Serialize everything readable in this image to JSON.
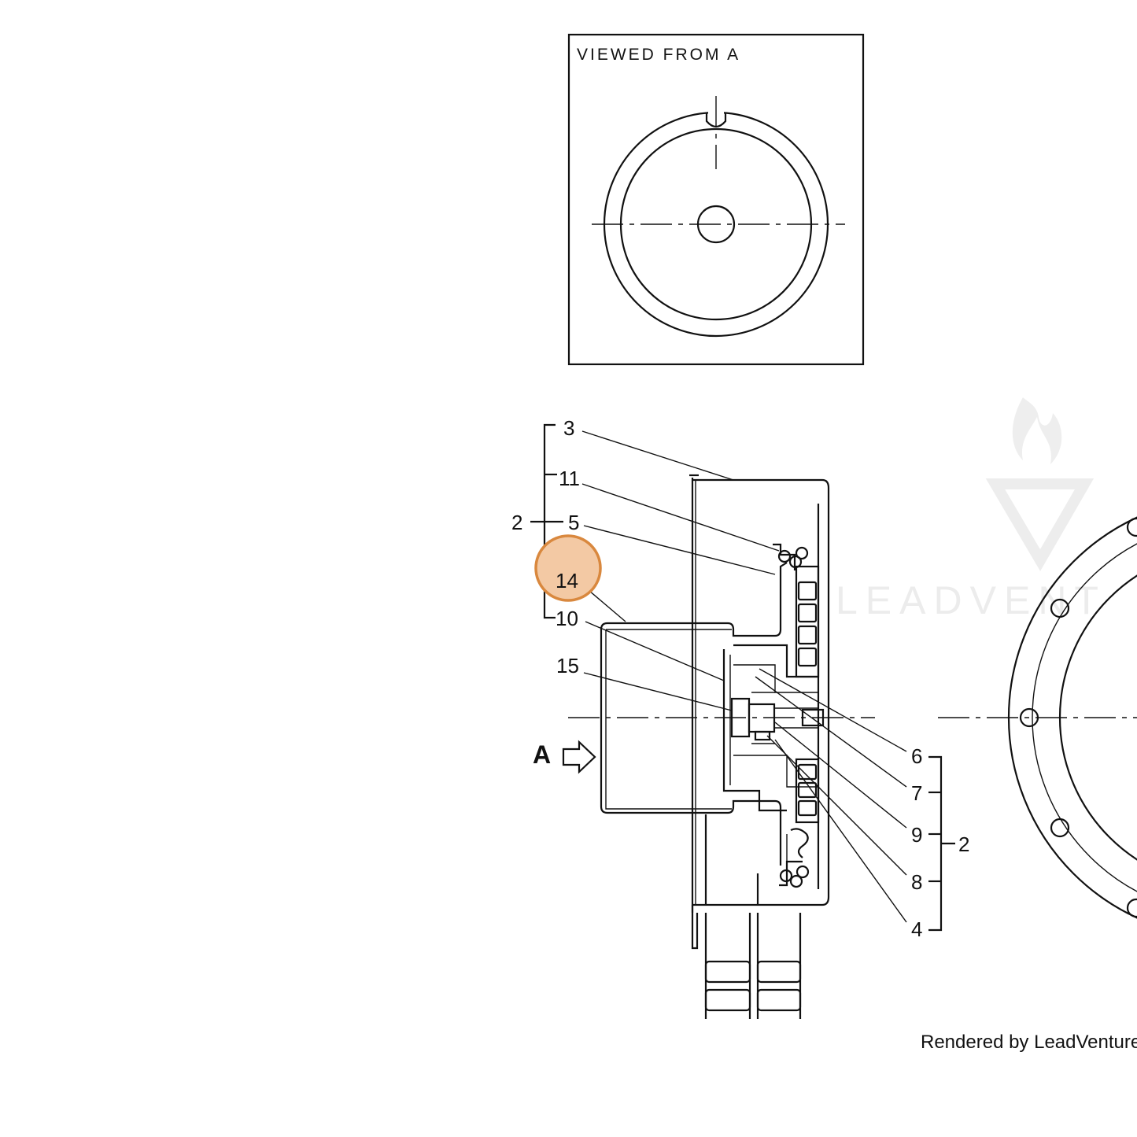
{
  "view": {
    "title": "VIEWED FROM A"
  },
  "arrow": {
    "label": "A"
  },
  "callouts": {
    "c3": "3",
    "c11": "11",
    "c2_left": "2",
    "c5": "5",
    "c14": "14",
    "c10": "10",
    "c15": "15",
    "c6": "6",
    "c7": "7",
    "c9": "9",
    "c2_right": "2",
    "c8": "8",
    "c4": "4"
  },
  "highlight": {
    "label": "14",
    "fill": "#f3c9a4",
    "stroke": "#d9883e"
  },
  "watermark": {
    "text": "LEADVENT"
  },
  "footer": {
    "text": "Rendered by LeadVenture, I"
  }
}
